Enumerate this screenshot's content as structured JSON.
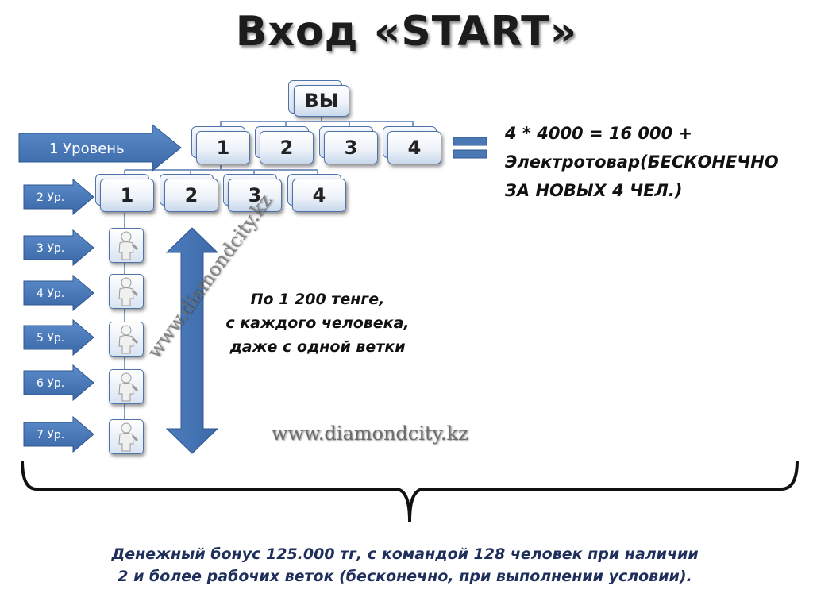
{
  "title": "Вход «START»",
  "root_node": "ВЫ",
  "level1_nodes": [
    "1",
    "2",
    "3",
    "4"
  ],
  "level2_nodes": [
    "1",
    "2",
    "3",
    "4"
  ],
  "level_arrows": {
    "level1": "1 Уровень",
    "level2": "2 Ур.",
    "level3": "3 Ур.",
    "level4": "4 Ур.",
    "level5": "5 Ур.",
    "level6": "6 Ур.",
    "level7": "7 Ур."
  },
  "right_text": {
    "line1": "4 * 4000 = 16 000 +",
    "line2": "Электротовар(БЕСКОНЕЧНО",
    "line3": "ЗА НОВЫХ 4 ЧЕЛ.)"
  },
  "middle_text": {
    "line1": "По 1 200 тенге,",
    "line2": "с каждого человека,",
    "line3": "даже с одной ветки"
  },
  "watermark": "www.diamondcity.kz",
  "bottom_text": {
    "line1": "Денежный бонус 125.000 тг, с командой 128 человек при наличии",
    "line2": "2 и более рабочих веток (бесконечно, при выполнении условии)."
  },
  "colors": {
    "arrow": "#4a79b5",
    "box_border": "#4f73a8",
    "connector": "#7f9ac3"
  },
  "icons": {
    "person": "person-figure-icon",
    "equals": "equals-icon"
  }
}
